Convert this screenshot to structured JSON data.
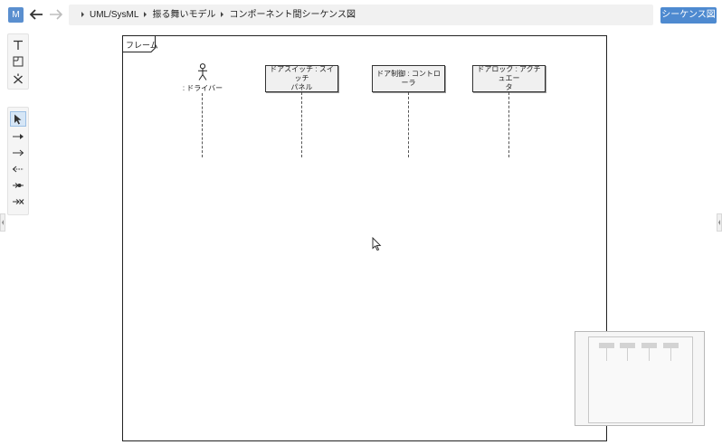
{
  "app": {
    "badge": "M"
  },
  "nav": {
    "back_icon": "arrow-left-icon",
    "forward_icon": "arrow-right-icon"
  },
  "breadcrumb": {
    "items": [
      "UML/SysML",
      "振る舞いモデル",
      "コンポーネント間シーケンス図"
    ]
  },
  "header": {
    "view_button_label": "シーケンス図"
  },
  "toolbar": {
    "group1": [
      {
        "name": "lifeline-tool",
        "icon": "lifeline-icon"
      },
      {
        "name": "frame-tool",
        "icon": "frame-icon"
      },
      {
        "name": "delete-tool",
        "icon": "destroy-icon"
      }
    ],
    "group2": [
      {
        "name": "select-tool",
        "icon": "cursor-icon",
        "selected": true
      },
      {
        "name": "sync-message-tool",
        "icon": "sync-message-icon"
      },
      {
        "name": "async-message-tool",
        "icon": "async-message-icon"
      },
      {
        "name": "reply-message-tool",
        "icon": "reply-message-icon"
      },
      {
        "name": "found-message-tool",
        "icon": "found-message-icon"
      },
      {
        "name": "lost-message-tool",
        "icon": "lost-message-icon"
      }
    ]
  },
  "diagram": {
    "frame_label": "フレーム",
    "actor": {
      "label": ": ドライバー"
    },
    "lifelines": [
      {
        "label_line1": "ドアスイッチ : スイッチ",
        "label_line2": "パネル"
      },
      {
        "label_line1": "ドア制御 : コントローラ",
        "label_line2": ""
      },
      {
        "label_line1": "ドアロック : アクチュエー",
        "label_line2": "タ"
      }
    ]
  }
}
